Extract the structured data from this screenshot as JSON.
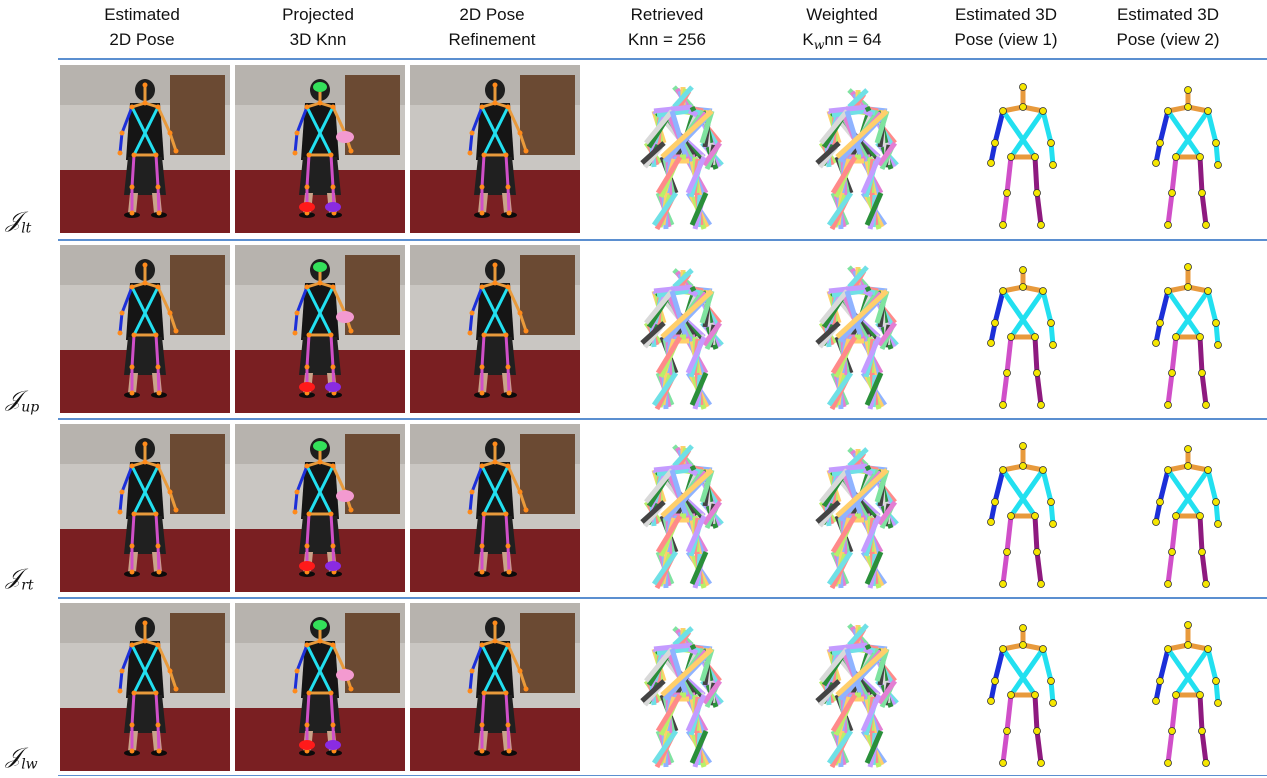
{
  "columns": [
    {
      "line1": "Estimated",
      "line2": "2D Pose"
    },
    {
      "line1": "Projected",
      "line2": "3D Knn"
    },
    {
      "line1": "2D Pose",
      "line2": "Refinement"
    },
    {
      "line1": "Retrieved",
      "line2": "Knn = 256"
    },
    {
      "line1": "Weighted",
      "line2_pre": "K",
      "line2_sub": "w",
      "line2_post": "nn = 64"
    },
    {
      "line1": "Estimated 3D",
      "line2": "Pose (view 1)"
    },
    {
      "line1": "Estimated 3D",
      "line2": "Pose (view 2)"
    }
  ],
  "rows": [
    {
      "label_main": "𝒥",
      "label_sub": "lt"
    },
    {
      "label_main": "𝒥",
      "label_sub": "up"
    },
    {
      "label_main": "𝒥",
      "label_sub": "rt"
    },
    {
      "label_main": "𝒥",
      "label_sub": "lw"
    }
  ],
  "colors": {
    "separator": "#5b8fd0",
    "floor": "#7a1f22",
    "wall": "#c9c6c2",
    "limb_cyan": "#22e0f0",
    "limb_magenta": "#d04fc8",
    "limb_orange": "#e89a3c",
    "limb_blue": "#1c2fd8",
    "joint_yellow": "#f5e600"
  }
}
